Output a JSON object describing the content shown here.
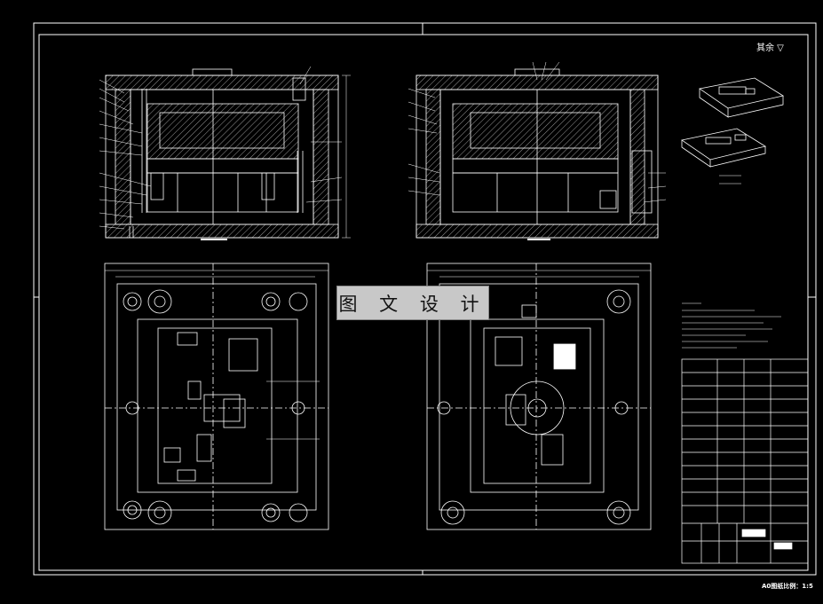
{
  "drawing": {
    "watermark": "图 文 设 计",
    "roughness_note": "其余 ▽",
    "scale_note": "A0图纸比例：1:5"
  },
  "colors": {
    "background": "#000000",
    "line": "#ffffff",
    "watermark_bg": "#c8c8c8",
    "watermark_text": "#111111"
  }
}
